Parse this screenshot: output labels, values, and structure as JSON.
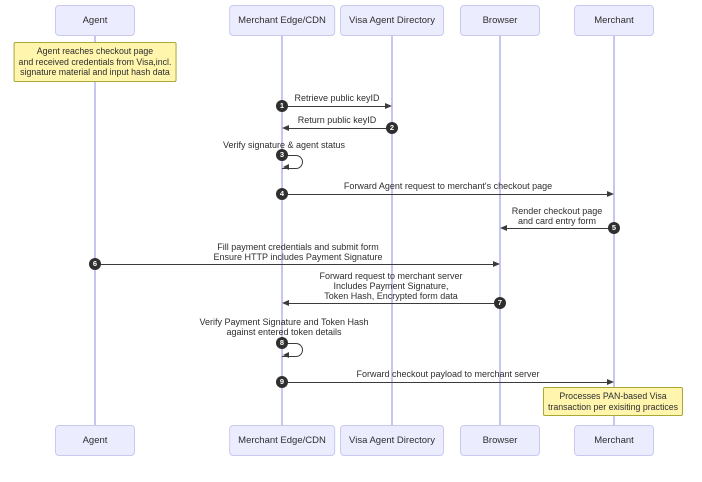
{
  "diagram": {
    "type": "sequence-diagram",
    "colors": {
      "actor_fill": "#ECECFF",
      "actor_border": "#C9C9EF",
      "lifeline": "#C6C6F2",
      "arrow": "#3B3B3B",
      "note_fill": "#FFF5AD",
      "note_border": "#A8A833",
      "seq_bubble_fill": "#2F2F2F",
      "seq_bubble_text": "#FFFFFF"
    },
    "actors": [
      {
        "id": "agent",
        "label": "Agent"
      },
      {
        "id": "merchant-edge-cdn",
        "label": "Merchant Edge/CDN"
      },
      {
        "id": "visa-agent-directory",
        "label": "Visa Agent Directory"
      },
      {
        "id": "browser",
        "label": "Browser"
      },
      {
        "id": "merchant",
        "label": "Merchant"
      }
    ],
    "notes": [
      {
        "target": "agent",
        "lines": [
          "Agent reaches checkout page",
          "and received credentials from Visa,incl.",
          "signature material and input hash data"
        ]
      },
      {
        "target": "merchant",
        "lines": [
          "Processes PAN-based Visa",
          "transaction per exisiting practices"
        ]
      }
    ],
    "messages": [
      {
        "num": "1",
        "from": "merchant-edge-cdn",
        "to": "visa-agent-directory",
        "lines": [
          "Retrieve public keyID"
        ]
      },
      {
        "num": "2",
        "from": "visa-agent-directory",
        "to": "merchant-edge-cdn",
        "lines": [
          "Return public keyID"
        ]
      },
      {
        "num": "3",
        "from": "merchant-edge-cdn",
        "to": "merchant-edge-cdn",
        "self": true,
        "lines": [
          "Verify signature & agent status"
        ]
      },
      {
        "num": "4",
        "from": "merchant-edge-cdn",
        "to": "merchant",
        "lines": [
          "Forward Agent request to merchant's checkout page"
        ]
      },
      {
        "num": "5",
        "from": "merchant",
        "to": "browser",
        "lines": [
          "Render checkout page",
          "and card entry form"
        ]
      },
      {
        "num": "6",
        "from": "agent",
        "to": "browser",
        "lines": [
          "Fill payment credentials and submit form",
          "Ensure HTTP includes Payment Signature"
        ]
      },
      {
        "num": "7",
        "from": "browser",
        "to": "merchant-edge-cdn",
        "lines": [
          "Forward request to merchant server",
          "Includes Payment Signature,",
          "Token Hash, Encrypted form data"
        ]
      },
      {
        "num": "8",
        "from": "merchant-edge-cdn",
        "to": "merchant-edge-cdn",
        "self": true,
        "lines": [
          "Verify Payment Signature and Token Hash",
          "against entered token details"
        ]
      },
      {
        "num": "9",
        "from": "merchant-edge-cdn",
        "to": "merchant",
        "lines": [
          "Forward checkout payload to merchant server"
        ]
      }
    ]
  }
}
